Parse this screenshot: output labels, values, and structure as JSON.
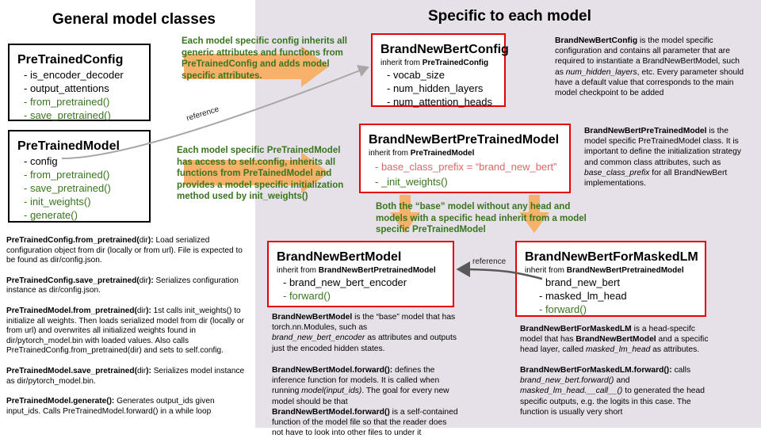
{
  "headers": {
    "left": "General model classes",
    "right": "Specific to each model"
  },
  "pretrained_config": {
    "title": "PreTrainedConfig",
    "items": [
      "- is_encoder_decoder",
      "- output_attentions",
      "- from_pretrained()",
      "- save_pretrained()"
    ]
  },
  "pretrained_model": {
    "title": "PreTrainedModel",
    "items": [
      "- config",
      "- from_pretrained()",
      "- save_pretrained()",
      "- init_weights()",
      "- generate()"
    ]
  },
  "bnb_config": {
    "title": "BrandNewBertConfig",
    "inherit_label": "inherit from ",
    "inherit_from": "PreTrainedConfig",
    "items": [
      "- vocab_size",
      "- num_hidden_layers",
      "- num_attention_heads"
    ]
  },
  "bnb_pretrained": {
    "title": "BrandNewBertPreTrainedModel",
    "inherit_label": "inherit from ",
    "inherit_from": "PreTrainedModel",
    "items": [
      "- base_class_prefix = “brand_new_bert”",
      "- _init_weights()"
    ]
  },
  "bnb_model": {
    "title": "BrandNewBertModel",
    "inherit_label": "inherit from ",
    "inherit_from": "BrandNewBertPretrainedModel",
    "items": [
      "- brand_new_bert_encoder",
      "- forward()"
    ]
  },
  "bnb_masked": {
    "title": "BrandNewBertForMaskedLM",
    "inherit_label": "inherit from ",
    "inherit_from": "BrandNewBertPretrainedModel",
    "items": [
      "brand_new_bert",
      "- masked_lm_head",
      "- forward()"
    ]
  },
  "green_notes": {
    "config": "Each model specific config inherits all generic attributes and functions from PreTrainedConfig and adds model specific attributes.",
    "model": "Each model specific PreTrainedModel has access to self.config, inherits all functions from PreTainedModel and provides a model specific initialization method used by init_weights()",
    "heads": "Both the “base” model without any head and models with a specific head inherit from a model specific PreTrainedModel"
  },
  "arrow_labels": {
    "reference_1": "reference",
    "reference_2": "reference"
  },
  "descriptions": {
    "config": {
      "t1": "BrandNewBertConfig",
      "t2": " is the model specific configuration and contains all parameter that are required to instantiate a BrandNewBertModel, such as ",
      "t3": "num_hidden_layers",
      "t4": ", etc. Every parameter should have a default value that corresponds to the main model checkpoint to be added"
    },
    "pretrained": {
      "t1": "BrandNewBertPreTrainedModel",
      "t2": " is the model specific PreTrainedModel class. It is important to define the initialization strategy and common class attributes, such as ",
      "t3": "base_class_prefix",
      "t4": " for all BrandNewBert implementations."
    },
    "model_1": {
      "t1": "BrandNewBertModel",
      "t2": " is the “base” model that has torch.nn.Modules, such as ",
      "t3": "brand_new_bert_encoder",
      "t4": " as attributes and outputs just the encoded hidden states."
    },
    "model_2": {
      "t1": "BrandNewBertModel.forward():",
      "t2": " defines the inference function for models. It is called when running ",
      "t3": "model(input_ids)",
      "t4": ". The goal for every new model should be that ",
      "t5": "BrandNewBertModel.forward()",
      "t6": " is a self-contained function of the model file so that the reader does not have to look into other files to under it"
    },
    "masked_1": {
      "t1": "BrandNewBertForMaskedLM",
      "t2": " is a head-specifc model that has ",
      "t3": "BrandNewBertModel",
      "t4": " and a specific head layer, called ",
      "t5": "masked_lm_head",
      "t6": " as attributes."
    },
    "masked_2": {
      "t1": "BrandNewBertForMaskedLM.forward():",
      "t2": " calls ",
      "t3": "brand_new_bert.forward()",
      "t4": " and ",
      "t5": "masked_lm_head.__call__()",
      "t6": " to generated the head specific outputs, e.g. the logits in this case. The function is usually very short"
    }
  },
  "left_notes": [
    {
      "bold": "PreTrainedConfig.from_pretrained(",
      "plain1": "dir",
      "bold2": "):",
      "text": " Load serialized configuration object from dir (locally or from url). File is expected to be found as dir/config.json."
    },
    {
      "bold": "PreTrainedConfig.save_pretrained(",
      "plain1": "dir",
      "bold2": "):",
      "text": " Serializes configuration instance as dir/config.json."
    },
    {
      "bold": "PreTrainedModel.from_pretrained(",
      "plain1": "dir",
      "bold2": "):",
      "text": " 1st calls init_weights() to initialize all weights. Then loads serialized model from dir (locally or from url) and overwrites all initialized weights found in dir/pytorch_model.bin with loaded values. Also calls PreTrainedConfig.from_pretrained(dir) and sets to self.config."
    },
    {
      "bold": "PreTrainedModel.save_pretrained(",
      "plain1": "dir",
      "bold2": "):",
      "text": " Serializes model instance as dir/pytorch_model.bin."
    },
    {
      "bold": "PreTrainedModel.generate():",
      "plain1": "",
      "bold2": "",
      "text": " Generates output_ids given input_ids. Calls PreTrainedModel.forward() in a while loop"
    }
  ],
  "colors": {
    "left_bg": "#ffffff",
    "right_bg": "#e6e1e9",
    "accent_red": "#e60000",
    "green_text": "#38761d",
    "pink_text": "#e06666",
    "orange_arrow": "#f6b26b"
  }
}
